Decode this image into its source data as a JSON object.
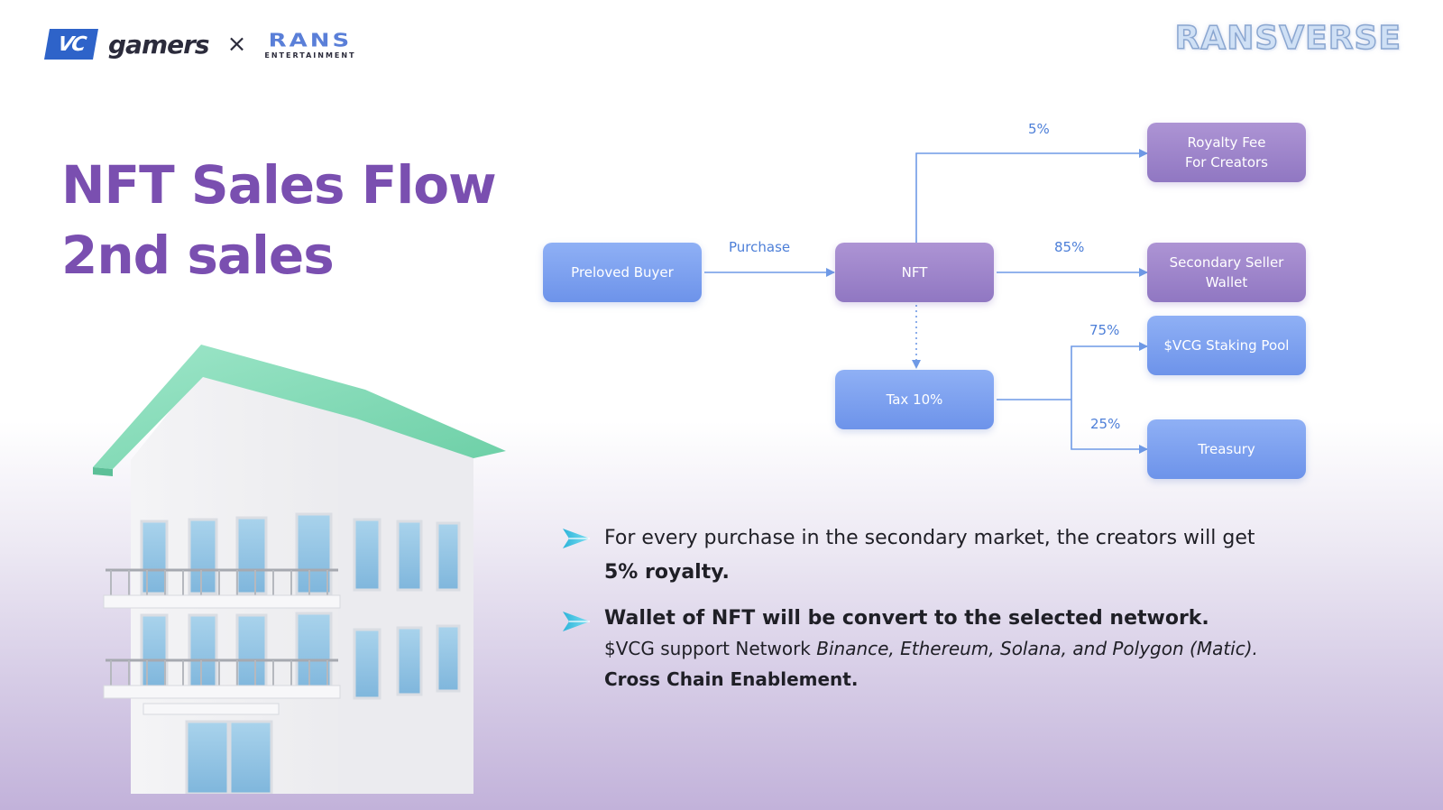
{
  "header": {
    "vc_mark": "VC",
    "brand": "gamers",
    "cross": "×",
    "partner": "RANS",
    "partner_sub": "ENTERTAINMENT",
    "corner_logo": "RANSVERSE"
  },
  "title": {
    "line1": "NFT Sales Flow",
    "line2": "2nd sales"
  },
  "diagram": {
    "nodes": {
      "buyer": "Preloved Buyer",
      "nft": "NFT",
      "royalty": [
        "Royalty Fee",
        "For Creators"
      ],
      "seller": [
        "Secondary Seller",
        "Wallet"
      ],
      "tax": "Tax 10%",
      "staking": "$VCG Staking Pool",
      "treasury": "Treasury"
    },
    "edge_labels": {
      "purchase": "Purchase",
      "royalty_pct": "5%",
      "seller_pct": "85%",
      "staking_pct": "75%",
      "treasury_pct": "25%"
    },
    "colors": {
      "blue_node": "#7da0ef",
      "purple_node": "#9d84ca",
      "connector": "#6f9ae6",
      "label": "#4d7fd8"
    }
  },
  "bullets": {
    "b1_text": "For every purchase in the secondary market, the creators will get ",
    "b1_bold": "5% royalty.",
    "b2_head": "Wallet of NFT will be convert to the selected network.",
    "b2_prefix": "$VCG support Network ",
    "b2_networks": "Binance, Ethereum, Solana, and Polygon (Matic).",
    "b2_foot": "Cross Chain Enablement."
  },
  "icons": [
    "paper-plane-bullet-icon",
    "building-illustration"
  ],
  "theme": {
    "title_color": "#7a4fb0",
    "text_color": "#1f1f26"
  }
}
